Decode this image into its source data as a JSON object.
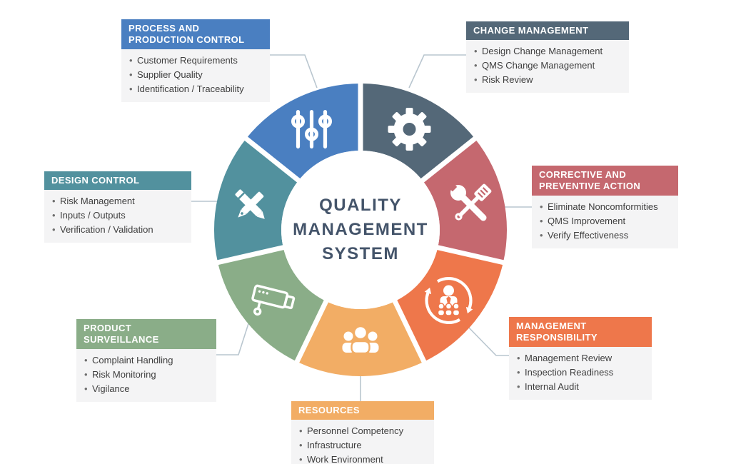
{
  "center": {
    "lines": [
      "QUALITY",
      "MANAGEMENT",
      "SYSTEM"
    ],
    "text_color": "#44546a"
  },
  "colors": {
    "connector": "#b9c6cf",
    "card_body_bg": "#f4f4f5",
    "icon": "#ffffff"
  },
  "sections": [
    {
      "name": "change-management",
      "title": "CHANGE MANAGEMENT",
      "color": "#546878",
      "icon": "gear-icon",
      "items": [
        "Design Change Management",
        "QMS Change Management",
        "Risk Review"
      ]
    },
    {
      "name": "corrective-and-preventive-action",
      "title": "CORRECTIVE AND\nPREVENTIVE ACTION",
      "color": "#c5686f",
      "icon": "tools-icon",
      "items": [
        "Eliminate Noncomformities",
        "QMS Improvement",
        "Verify Effectiveness"
      ]
    },
    {
      "name": "management-responsibility",
      "title": "MANAGEMENT\nRESPONSIBILITY",
      "color": "#ee774b",
      "icon": "people-cycle-icon",
      "items": [
        "Management Review",
        "Inspection Readiness",
        "Internal Audit"
      ]
    },
    {
      "name": "resources",
      "title": "RESOURCES",
      "color": "#f2ad65",
      "icon": "people-group-icon",
      "items": [
        "Personnel Competency",
        "Infrastructure",
        "Work Environment"
      ]
    },
    {
      "name": "product-surveillance",
      "title": "PRODUCT\nSURVEILLANCE",
      "color": "#8aad88",
      "icon": "cctv-camera-icon",
      "items": [
        "Complaint Handling",
        "Risk Monitoring",
        "Vigilance"
      ]
    },
    {
      "name": "design-control",
      "title": "DESIGN CONTROL",
      "color": "#52919e",
      "icon": "pencil-pen-icon",
      "items": [
        "Risk Management",
        "Inputs / Outputs",
        "Verification / Validation"
      ]
    },
    {
      "name": "process-and-production-control",
      "title": "PROCESS AND\nPRODUCTION CONTROL",
      "color": "#4a7fc1",
      "icon": "sliders-icon",
      "items": [
        "Customer Requirements",
        "Supplier Quality",
        "Identification / Traceability"
      ]
    }
  ]
}
